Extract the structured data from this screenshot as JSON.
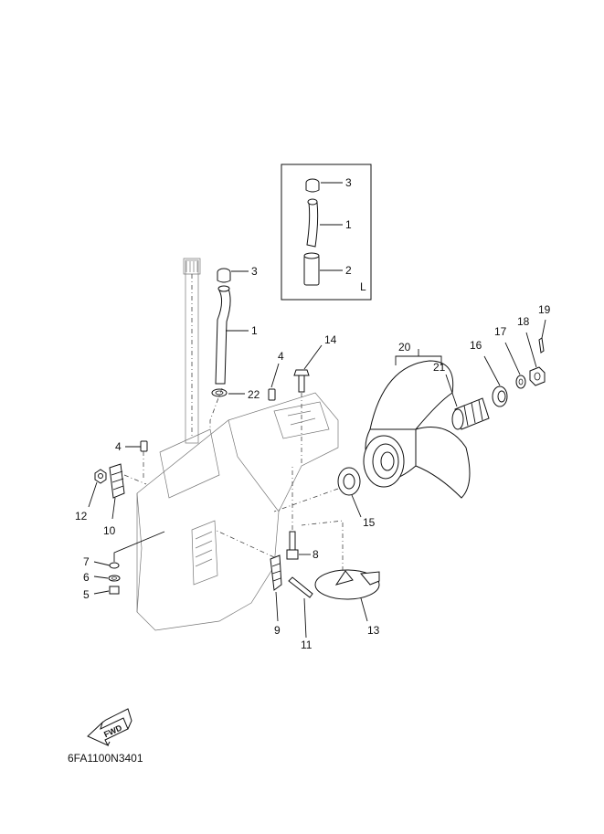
{
  "diagram": {
    "code": "6FA1100N3401",
    "inset_marker": "L",
    "fwd_label": "FWD",
    "inset_labels": [
      "3",
      "1",
      "2"
    ],
    "callouts": [
      "1",
      "2",
      "3",
      "4",
      "5",
      "6",
      "7",
      "8",
      "9",
      "10",
      "11",
      "12",
      "13",
      "14",
      "15",
      "16",
      "17",
      "18",
      "19",
      "20",
      "21",
      "22"
    ]
  }
}
